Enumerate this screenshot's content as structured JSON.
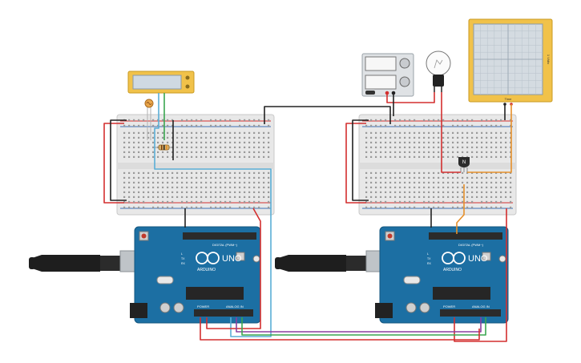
{
  "title": "",
  "colors": {
    "board_blue": "#1c6fa3",
    "board_dark": "#15577f",
    "breadboard": "#e9e9e9",
    "rail_red": "#d32f2f",
    "rail_blue": "#3b6fb6",
    "wire_red": "#d32f2f",
    "wire_black": "#222222",
    "wire_blue": "#5aaed6",
    "wire_green": "#3aa650",
    "wire_purple": "#8a3fa0",
    "wire_orange": "#e6902b",
    "lcd_frame": "#f1c24a",
    "lcd_screen": "#cfd9e2",
    "scope_frame": "#f1c24a",
    "scope_screen": "#d4dbe1"
  },
  "components": {
    "arduino_left": {
      "brand": "ARDUINO",
      "model": "UNO",
      "power_label": "POWER",
      "analog_label": "ANALOG IN",
      "digital_label": "DIGITAL (PWM~)",
      "tx": "TX",
      "rx": "RX",
      "l": "L"
    },
    "arduino_right": {
      "brand": "ARDUINO",
      "model": "UNO",
      "power_label": "POWER",
      "analog_label": "ANALOG IN",
      "digital_label": "DIGITAL (PWM~)",
      "tx": "TX",
      "rx": "RX",
      "l": "L"
    },
    "oscilloscope": {
      "time_label": "Time",
      "volt_label": "1 V/div"
    },
    "breadboard_left": {
      "icon": "breadboard-icon"
    },
    "breadboard_right": {
      "icon": "breadboard-icon"
    },
    "power_supply": {
      "icon": "power-supply-icon"
    },
    "light_bulb": {
      "icon": "light-bulb-icon"
    },
    "transistor": {
      "icon": "transistor-icon"
    },
    "photoresistor": {
      "icon": "photoresistor-icon"
    },
    "resistor": {
      "icon": "resistor-icon"
    },
    "lcd_module": {
      "icon": "lcd-icon"
    }
  }
}
